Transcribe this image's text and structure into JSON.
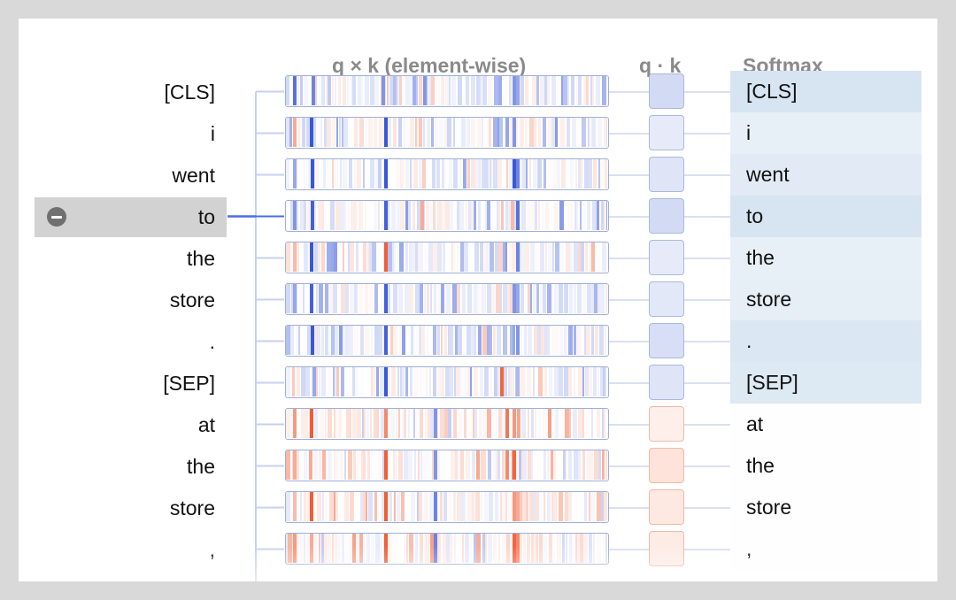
{
  "headers": {
    "elementwise": "q × k (element-wise)",
    "dot": "q · k",
    "softmax": "Softmax"
  },
  "selected_index": 3,
  "colors": {
    "positive": "#2d4fd6",
    "negative": "#f0552a",
    "selection": "#d2d2d2",
    "softmax": "#dce6f1",
    "connector": "#4a6ee0"
  },
  "icons": {
    "deselect": "minus-circle-icon"
  },
  "tokens": [
    {
      "left": "[CLS]",
      "right": "[CLS]",
      "softmax": 0.95,
      "dot": 0.55
    },
    {
      "left": "i",
      "right": "i",
      "softmax": 0.55,
      "dot": 0.3
    },
    {
      "left": "went",
      "right": "went",
      "softmax": 0.7,
      "dot": 0.4
    },
    {
      "left": "to",
      "right": "to",
      "softmax": 0.95,
      "dot": 0.55
    },
    {
      "left": "the",
      "right": "the",
      "softmax": 0.55,
      "dot": 0.3
    },
    {
      "left": "store",
      "right": "store",
      "softmax": 0.6,
      "dot": 0.35
    },
    {
      "left": ".",
      "right": ".",
      "softmax": 0.85,
      "dot": 0.5
    },
    {
      "left": "[SEP]",
      "right": "[SEP]",
      "softmax": 0.8,
      "dot": 0.4
    },
    {
      "left": "at",
      "right": "at",
      "softmax": 0.02,
      "dot": -0.25
    },
    {
      "left": "the",
      "right": "the",
      "softmax": 0.02,
      "dot": -0.45
    },
    {
      "left": "store",
      "right": "store",
      "softmax": 0.02,
      "dot": -0.35
    },
    {
      "left": ",",
      "right": ",",
      "softmax": 0.02,
      "dot": -0.3
    }
  ],
  "strong_stripes": [
    [
      [
        8,
        0.8
      ],
      [
        29,
        0.7
      ],
      [
        108,
        0.6
      ],
      [
        155,
        0.6
      ],
      [
        256,
        0.6
      ],
      [
        260,
        0.5
      ]
    ],
    [
      [
        8,
        -0.5
      ],
      [
        27,
        0.95
      ],
      [
        111,
        0.95
      ],
      [
        248,
        0.5
      ],
      [
        256,
        0.6
      ]
    ],
    [
      [
        8,
        0.5
      ],
      [
        28,
        0.95
      ],
      [
        111,
        0.95
      ],
      [
        256,
        0.95
      ],
      [
        260,
        0.7
      ]
    ],
    [
      [
        8,
        0.6
      ],
      [
        28,
        0.9
      ],
      [
        111,
        0.9
      ],
      [
        152,
        -0.5
      ],
      [
        260,
        0.8
      ],
      [
        254,
        -0.4
      ]
    ],
    [
      [
        8,
        -0.4
      ],
      [
        27,
        0.95
      ],
      [
        111,
        -0.95
      ],
      [
        260,
        0.7
      ],
      [
        345,
        -0.4
      ]
    ],
    [
      [
        8,
        0.5
      ],
      [
        27,
        0.9
      ],
      [
        111,
        0.9
      ],
      [
        256,
        0.6
      ],
      [
        260,
        0.5
      ]
    ],
    [
      [
        28,
        0.95
      ],
      [
        111,
        0.9
      ],
      [
        166,
        0.4
      ],
      [
        260,
        0.6
      ]
    ],
    [
      [
        30,
        0.5
      ],
      [
        111,
        0.95
      ],
      [
        242,
        -0.9
      ],
      [
        260,
        0.4
      ]
    ],
    [
      [
        8,
        -0.6
      ],
      [
        27,
        -0.95
      ],
      [
        111,
        -0.7
      ],
      [
        167,
        0.6
      ],
      [
        248,
        -0.8
      ],
      [
        256,
        -0.6
      ]
    ],
    [
      [
        8,
        -0.5
      ],
      [
        26,
        -0.5
      ],
      [
        111,
        -0.95
      ],
      [
        167,
        0.6
      ],
      [
        248,
        -0.7
      ],
      [
        256,
        -0.9
      ]
    ],
    [
      [
        8,
        -0.4
      ],
      [
        27,
        -0.95
      ],
      [
        111,
        -0.95
      ],
      [
        167,
        0.7
      ],
      [
        256,
        -0.6
      ],
      [
        260,
        -0.5
      ]
    ],
    [
      [
        8,
        -0.6
      ],
      [
        27,
        -0.5
      ],
      [
        111,
        -0.95
      ],
      [
        167,
        0.7
      ],
      [
        256,
        -0.9
      ],
      [
        260,
        -0.7
      ]
    ]
  ]
}
